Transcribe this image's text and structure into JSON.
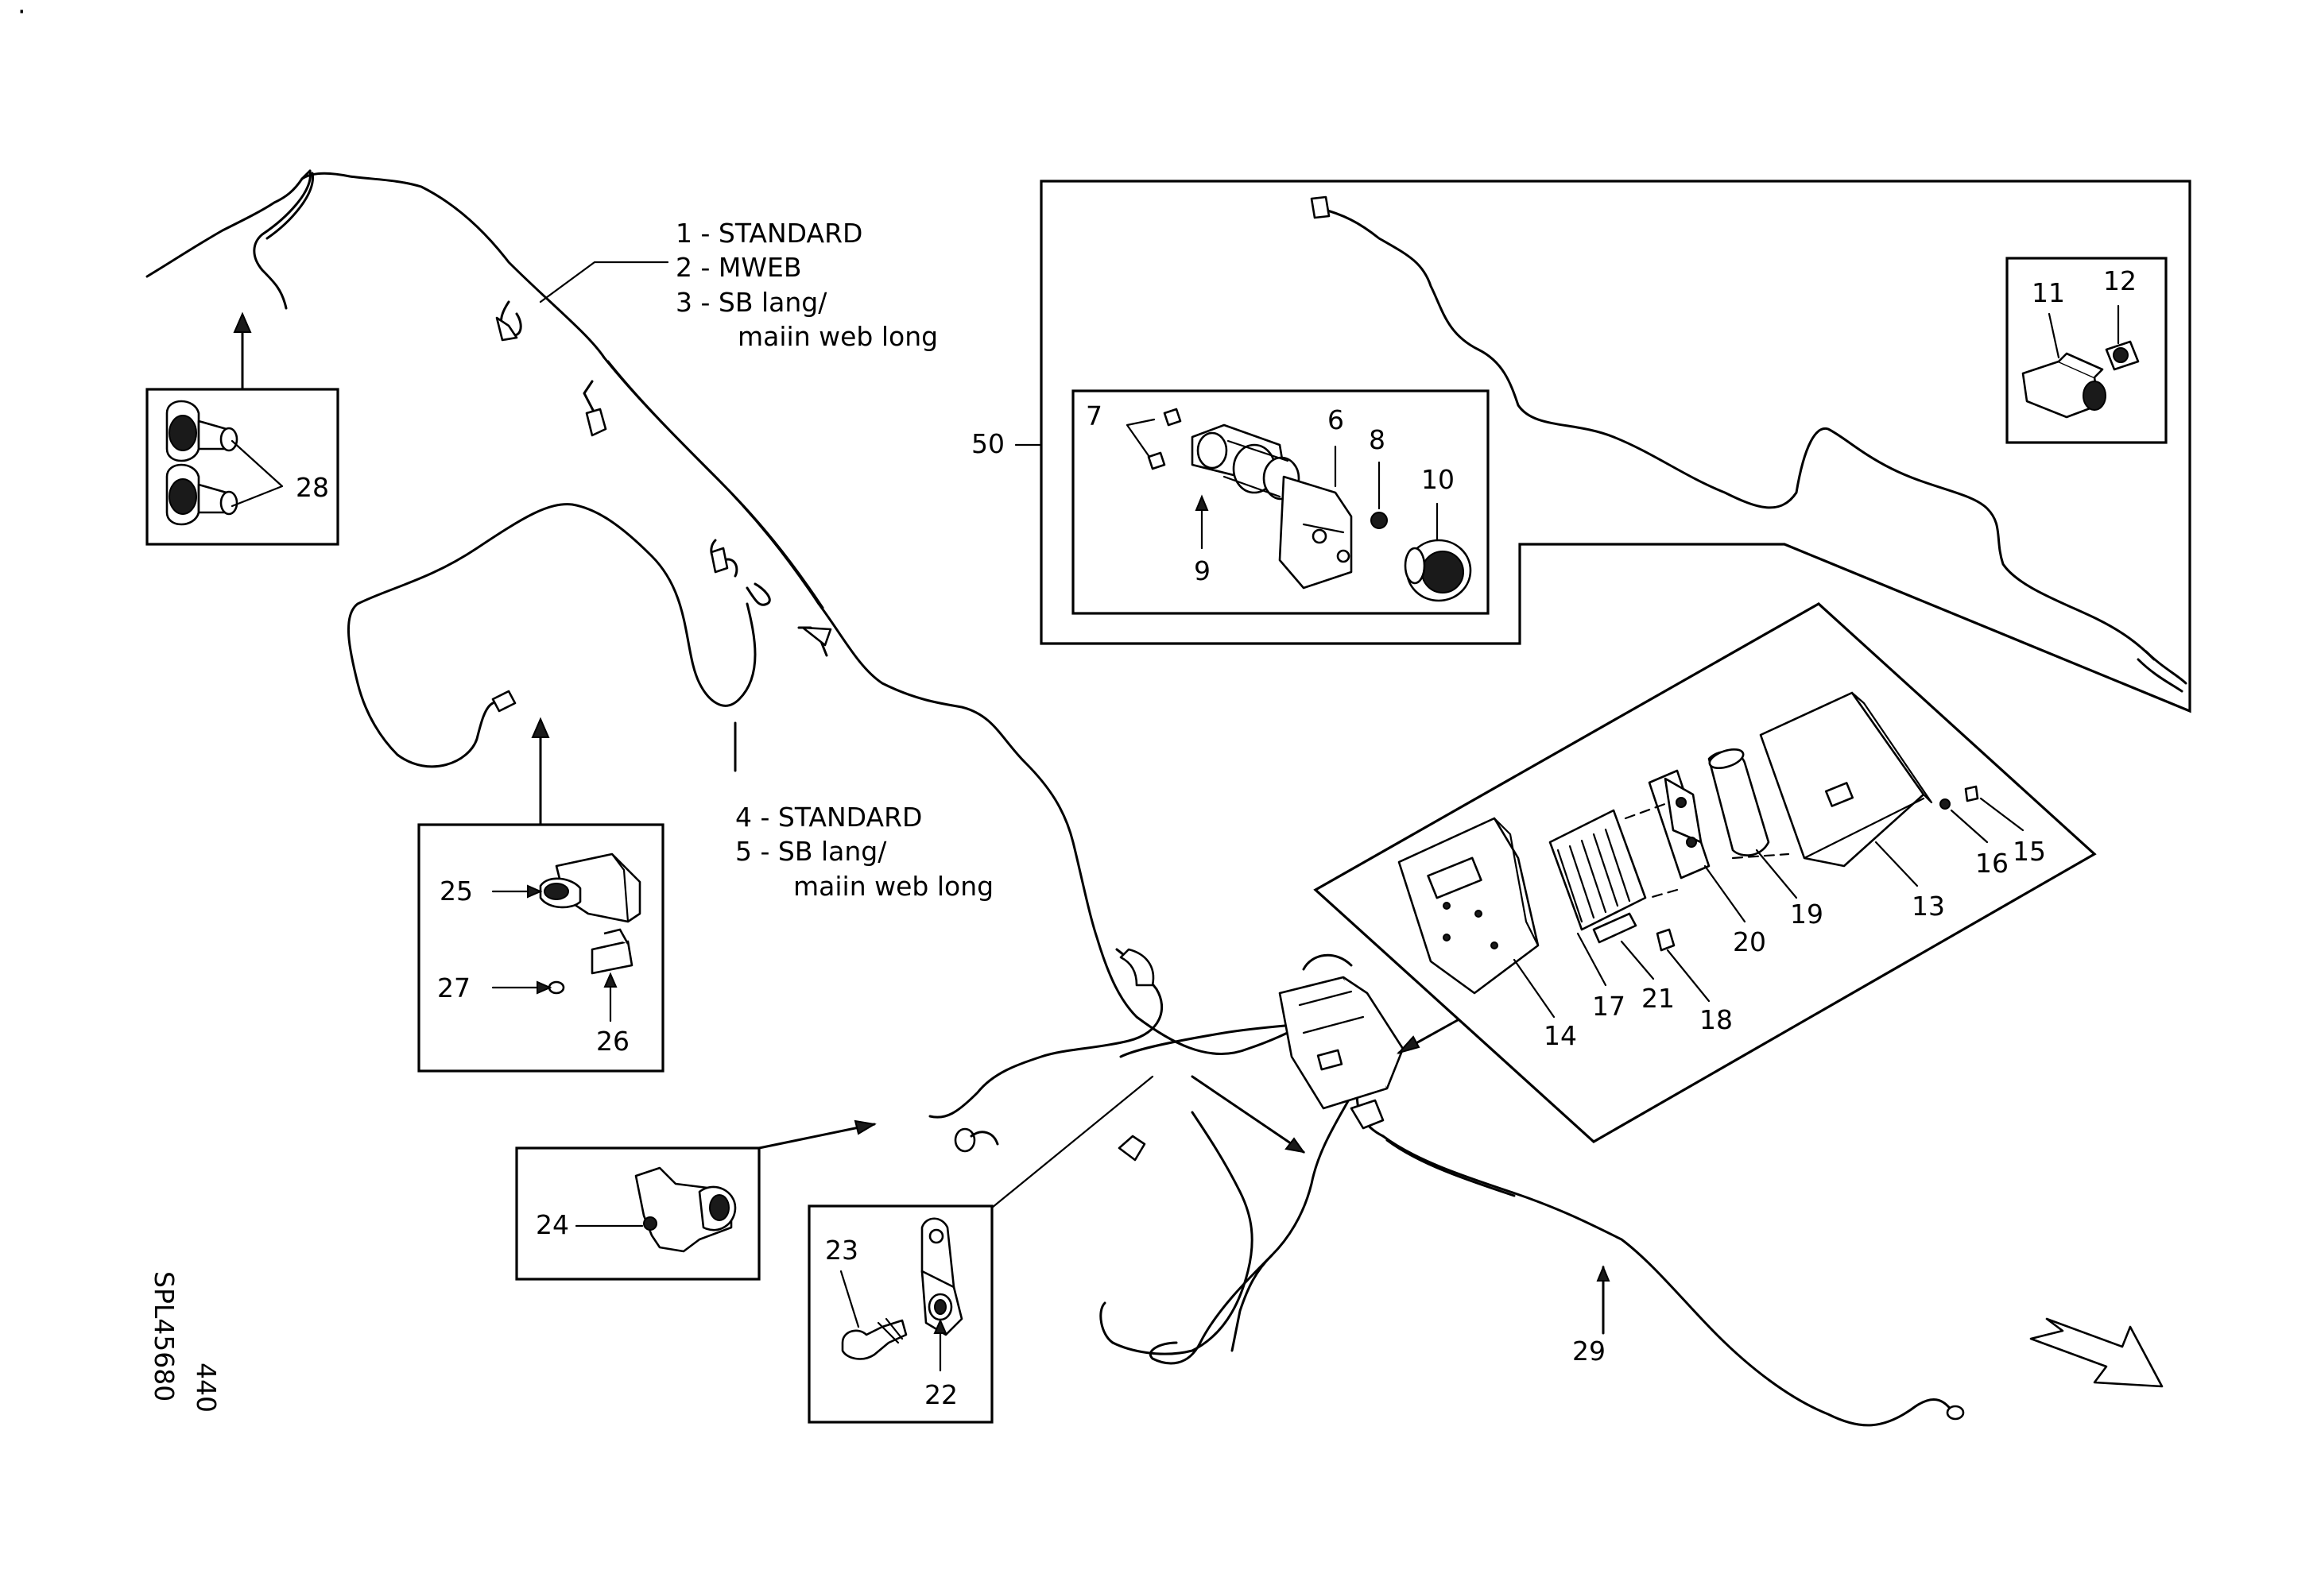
{
  "callouts": {
    "group_1_3": [
      "1 - STANDARD",
      "2 - MWEB",
      "3 - SB lang/",
      "maiin web long"
    ],
    "group_4_5": [
      "4 - STANDARD",
      "5 - SB lang/",
      "maiin web long"
    ]
  },
  "part_numbers": {
    "p6": "6",
    "p7": "7",
    "p8": "8",
    "p9": "9",
    "p10": "10",
    "p11": "11",
    "p12": "12",
    "p13": "13",
    "p14": "14",
    "p15": "15",
    "p16": "16",
    "p17": "17",
    "p18": "18",
    "p19": "19",
    "p20": "20",
    "p21": "21",
    "p22": "22",
    "p23": "23",
    "p24": "24",
    "p25": "25",
    "p26": "26",
    "p27": "27",
    "p28": "28",
    "p29": "29",
    "p50": "50"
  },
  "drawing_id": {
    "code": "SPL45680",
    "page": "440"
  },
  "corner_mark": "·"
}
